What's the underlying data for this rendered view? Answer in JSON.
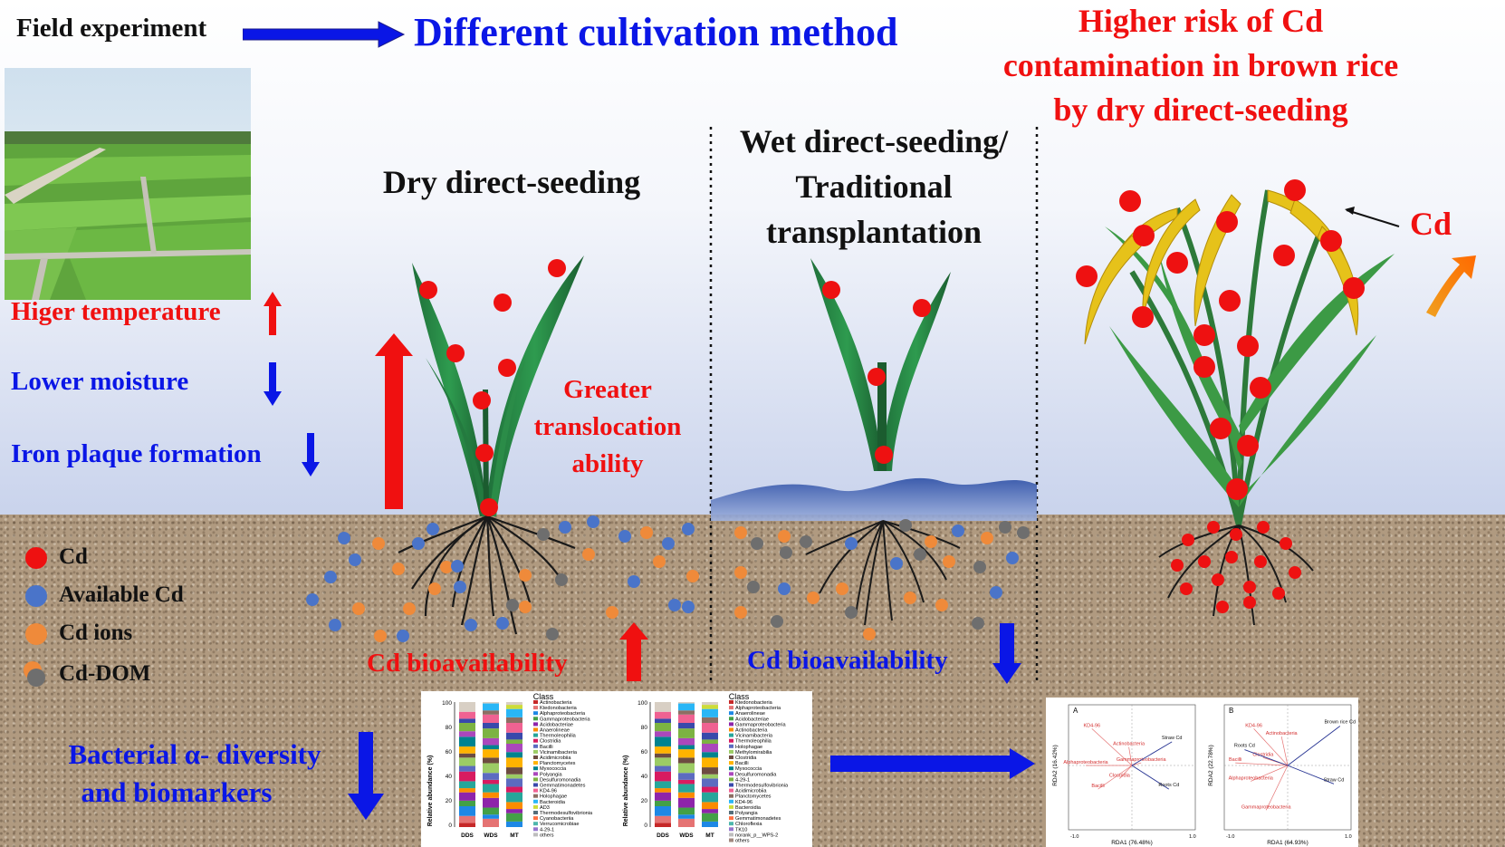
{
  "header": {
    "field_experiment": "Field experiment",
    "title": "Different cultivation method",
    "conclusion_line1": "Higher risk of Cd",
    "conclusion_line2": "contamination in brown rice",
    "conclusion_line3": "by dry direct-seeding"
  },
  "left": {
    "temperature": "Higer temperature",
    "moisture": "Lower moisture",
    "iron": "Iron plaque formation"
  },
  "dry": {
    "title": "Dry direct-seeding",
    "translocation_line1": "Greater",
    "translocation_line2": "translocation",
    "translocation_line3": "ability",
    "bioavailability": "Cd bioavailability"
  },
  "wet": {
    "title_line1": "Wet direct-seeding/",
    "title_line2": "Traditional",
    "title_line3": "transplantation",
    "bioavailability": "Cd bioavailability"
  },
  "rice": {
    "cd_label": "Cd"
  },
  "legend": {
    "items": [
      {
        "label": "Cd",
        "color": "#ee1111"
      },
      {
        "label": "Available Cd",
        "color": "#4a74c9"
      },
      {
        "label": "Cd ions",
        "color": "#ef8a3a"
      },
      {
        "label": "Cd-DOM",
        "color": "#6e6e6e"
      }
    ]
  },
  "bacteria": {
    "line1": "Bacterial α- diversity",
    "line2": "and biomarkers"
  },
  "bar_charts": [
    {
      "class_title": "Class",
      "ylabel": "Relative abundance (%)",
      "yticks": [
        "100",
        "80",
        "60",
        "40",
        "20",
        "0"
      ],
      "categories": [
        "DDS",
        "WDS",
        "MT"
      ],
      "legend": [
        "Actinobacteria",
        "Ktedonobacteria",
        "Alphaproteobacteria",
        "Gammaproteobacteria",
        "Acidobacteriae",
        "Anaerolineae",
        "Thermoleophilia",
        "Clostridia",
        "Bacilli",
        "Vicinamibacteria",
        "Acidimicrobiia",
        "Planctomycetes",
        "Myxococcia",
        "Polyangia",
        "Desulfuromonadia",
        "Gemmatimonadetes",
        "KD4-96",
        "Holophagae",
        "Bacteroidia",
        "AD3",
        "Thermodesulfovibrionia",
        "Cyanobacteriia",
        "Verrucomicrobiae",
        "4-29-1",
        "others"
      ]
    },
    {
      "class_title": "Class",
      "ylabel": "Relative abundance (%)",
      "yticks": [
        "100",
        "80",
        "60",
        "40",
        "20",
        "0"
      ],
      "categories": [
        "DDS",
        "WDS",
        "MT"
      ],
      "legend": [
        "Ktedonobacteria",
        "Alphaproteobacteria",
        "Anaerolineae",
        "Acidobacteriae",
        "Gammaproteobacteria",
        "Actinobacteria",
        "Vicinamibacteria",
        "Thermoleophilia",
        "Holophagae",
        "Methylomirabilia",
        "Clostridia",
        "Bacilli",
        "Myxococcia",
        "Desulfuromonadia",
        "4-29-1",
        "Thermodesulfovibrionia",
        "Acidimicrobiia",
        "Planctomycetes",
        "KD4-96",
        "Bacteroidia",
        "Polyangia",
        "Gemmatimonadetes",
        "Chloroflexia",
        "TK10",
        "norank_p__WPS-2",
        "others"
      ]
    }
  ],
  "rda": [
    {
      "panel_label": "A",
      "xlabel": "RDA1 (76.48%)",
      "ylabel": "RDA2 (16.42%)",
      "tick_min": "-1.0",
      "tick_max": "1.0",
      "env_vectors": [
        "Straw Cd",
        "Roots Cd"
      ],
      "taxa": [
        "KD4-96",
        "Actinobacteria",
        "Gammaproteobacteria",
        "Alphaproteobacteria",
        "Clostridia",
        "Bacilli"
      ]
    },
    {
      "panel_label": "B",
      "xlabel": "RDA1 (64.93%)",
      "ylabel": "RDA2 (22.78%)",
      "tick_min": "-1.0",
      "tick_max": "1.0",
      "env_vectors": [
        "Brown rice Cd",
        "Roots Cd",
        "Straw Cd"
      ],
      "taxa": [
        "KD4-96",
        "Actinobacteria",
        "Clostridia",
        "Bacilli",
        "Alphaproteobacteria",
        "Gammaproteobacteria"
      ]
    }
  ]
}
